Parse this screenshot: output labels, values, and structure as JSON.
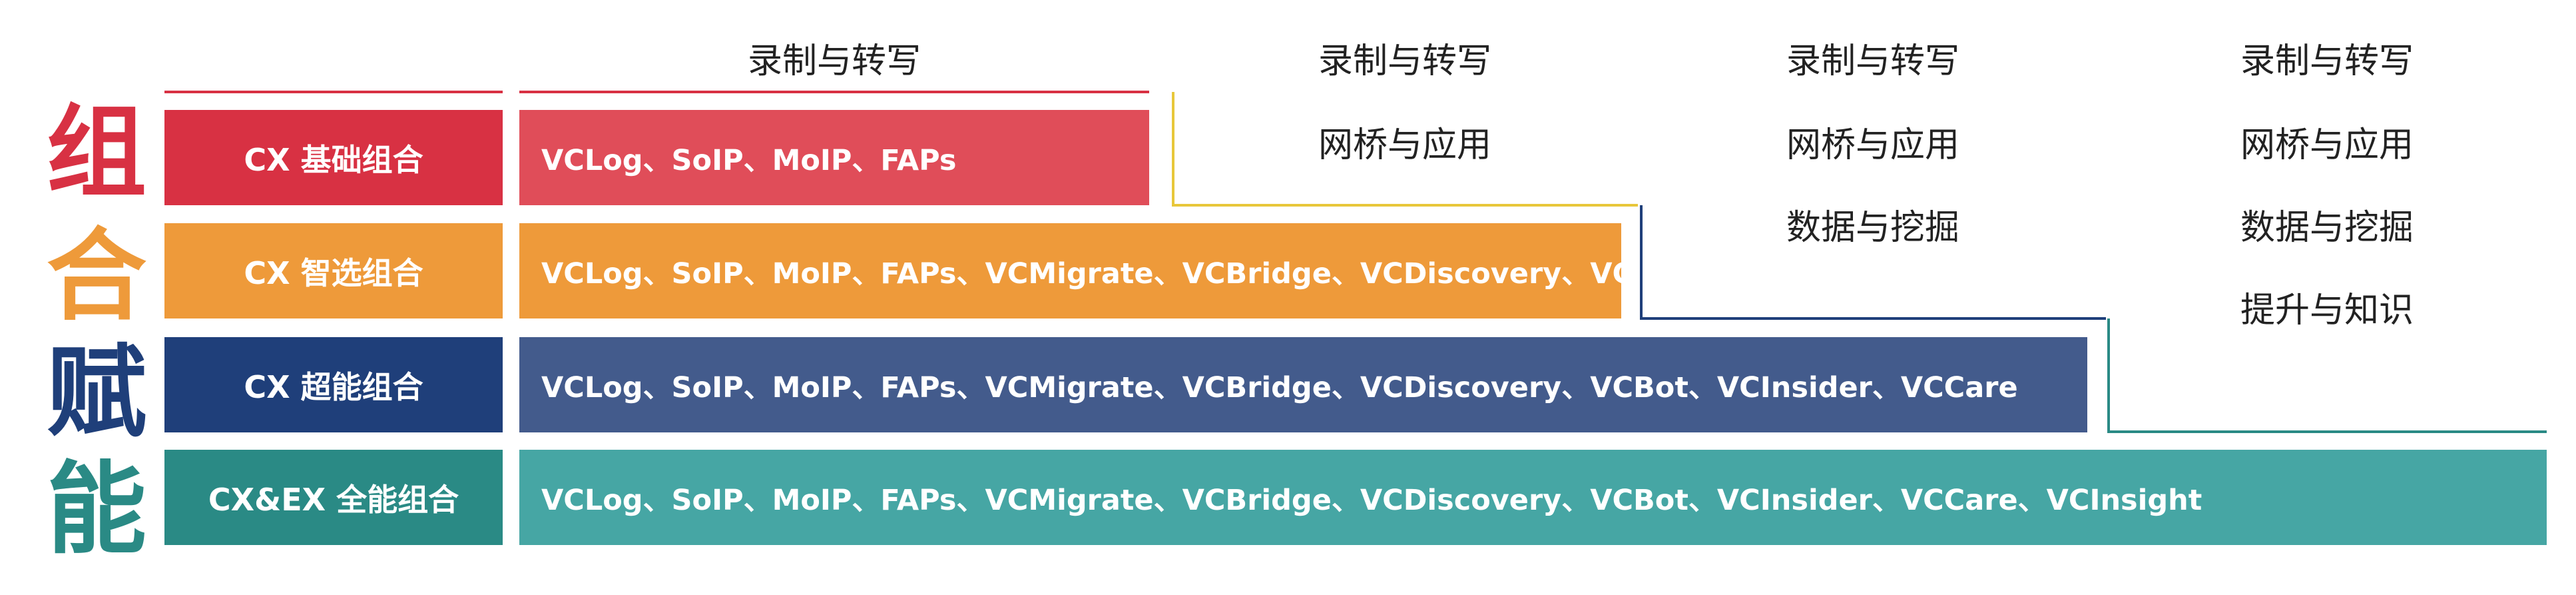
{
  "colors": {
    "red": "#d83143",
    "red_light": "#e04d59",
    "orange": "#ee9a3a",
    "navy": "#1f3f7a",
    "navy_light": "#435b8c",
    "teal": "#2a8a85",
    "teal_light": "#46a6a4",
    "yellow": "#e8c73a",
    "text": "#222222"
  },
  "side_title": [
    "组",
    "合",
    "赋",
    "能"
  ],
  "tiers": [
    {
      "label": "CX 基础组合",
      "products": "VCLog、SoIP、MoIP、FAPs",
      "features": [
        "录制与转写"
      ]
    },
    {
      "label": "CX 智选组合",
      "products": "VCLog、SoIP、MoIP、FAPs、VCMigrate、VCBridge、VCDiscovery、VCBot",
      "features": [
        "录制与转写",
        "网桥与应用"
      ]
    },
    {
      "label": "CX 超能组合",
      "products": "VCLog、SoIP、MoIP、FAPs、VCMigrate、VCBridge、VCDiscovery、VCBot、VCInsider、VCCare",
      "features": [
        "录制与转写",
        "网桥与应用",
        "数据与挖掘"
      ]
    },
    {
      "label": "CX&EX 全能组合",
      "products": "VCLog、SoIP、MoIP、FAPs、VCMigrate、VCBridge、VCDiscovery、VCBot、VCInsider、VCCare、VCInsight",
      "features": [
        "录制与转写",
        "网桥与应用",
        "数据与挖掘",
        "提升与知识"
      ]
    }
  ]
}
